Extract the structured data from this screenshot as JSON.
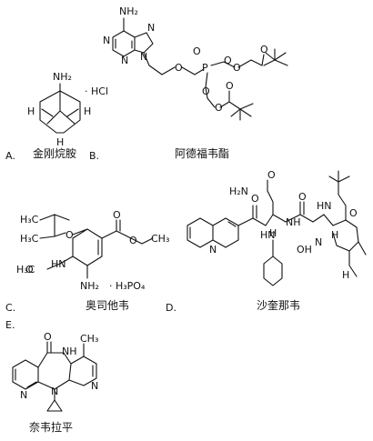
{
  "options": [
    {
      "letter": "A.",
      "name": "金刚烷胺",
      "atoms": [
        "NH₂",
        "H",
        "H",
        "H",
        "· HCl"
      ]
    },
    {
      "letter": "B.",
      "name": "阿德福韦酯",
      "atoms": [
        "NH₂",
        "N",
        "N",
        "N",
        "N",
        "O",
        "O",
        "P",
        "O",
        "O",
        "O",
        "O",
        "O",
        "O"
      ]
    },
    {
      "letter": "C.",
      "name": "奥司他韦",
      "atoms": [
        "H₃C",
        "H₃C",
        "O",
        "O",
        "O",
        "HN",
        "NH₂",
        "O",
        "· H₃PO₄",
        "H₃C",
        "CH₃"
      ]
    },
    {
      "letter": "D.",
      "name": "沙奎那韦",
      "atoms": [
        "H₂N",
        "O",
        "O",
        "O",
        "HN",
        "N",
        "NH",
        "N",
        "HN",
        "H",
        "OH",
        "H",
        "H",
        "O"
      ]
    },
    {
      "letter": "E.",
      "name": "奈韦拉平",
      "atoms": [
        "O",
        "NH",
        "CH₃",
        "N",
        "N",
        "N"
      ]
    }
  ]
}
